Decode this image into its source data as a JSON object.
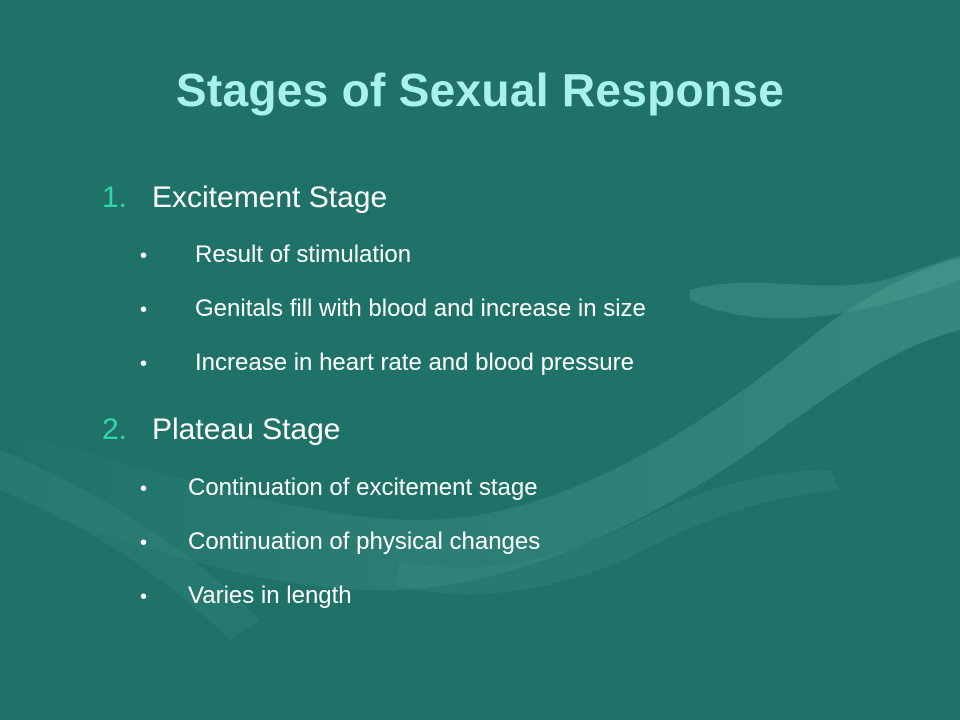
{
  "slide": {
    "title": "Stages of Sexual Response",
    "bullet_glyph": "•",
    "stages": [
      {
        "number": "1.",
        "heading": "Excitement Stage",
        "bullets": [
          "Result of stimulation",
          "Genitals fill with blood and increase in size",
          "Increase in heart rate and blood pressure"
        ]
      },
      {
        "number": "2.",
        "heading": "Plateau Stage",
        "bullets": [
          "Continuation of excitement stage",
          "Continuation of physical changes",
          "Varies in length"
        ]
      }
    ]
  },
  "colors": {
    "background": "#1e7268",
    "title": "#a9f2ec",
    "numbering": "#33d6a8",
    "body_text": "#ffffff"
  }
}
